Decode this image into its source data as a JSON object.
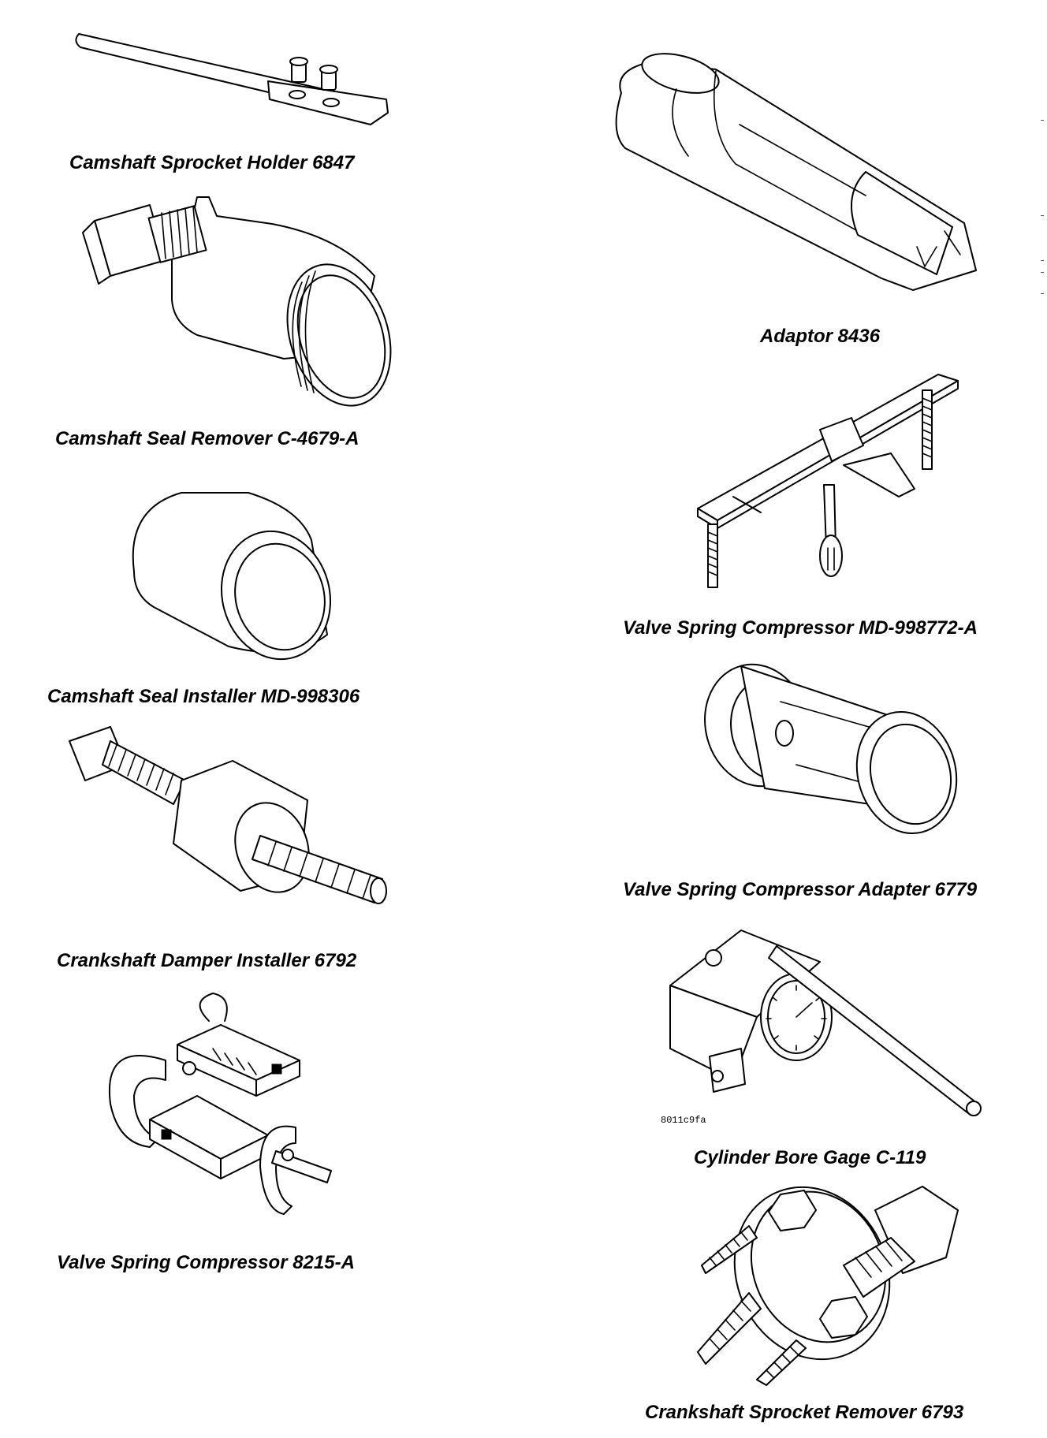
{
  "tools": {
    "camshaft_sprocket_holder": "Camshaft Sprocket Holder 6847",
    "camshaft_seal_remover": "Camshaft Seal Remover C-4679-A",
    "camshaft_seal_installer": "Camshaft Seal Installer MD-998306",
    "crankshaft_damper_installer": "Crankshaft Damper Installer 6792",
    "valve_spring_compressor_8215": "Valve Spring Compressor 8215-A",
    "adaptor_8436": "Adaptor 8436",
    "valve_spring_compressor_md": "Valve Spring Compressor MD-998772-A",
    "valve_spring_compressor_adapter": "Valve Spring Compressor Adapter 6779",
    "cylinder_bore_gage": "Cylinder Bore Gage C-119",
    "crankshaft_sprocket_remover": "Crankshaft Sprocket Remover 6793"
  },
  "figure_code": "8011c9fa"
}
